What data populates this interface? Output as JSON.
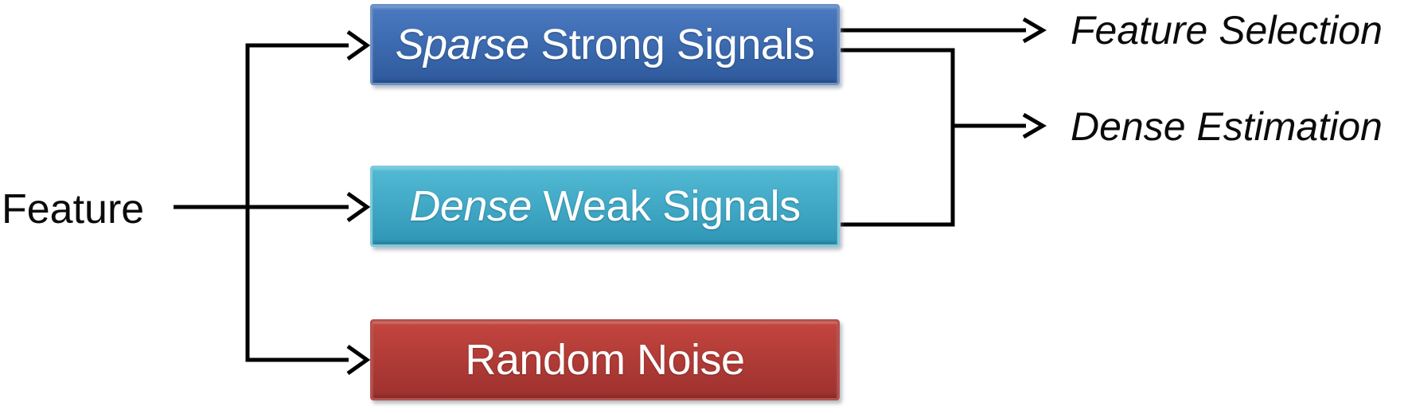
{
  "diagram": {
    "source": {
      "label": "Feature"
    },
    "boxes": [
      {
        "emphasis": "Sparse",
        "rest": " Strong Signals",
        "fill_top": "#4B7AC2",
        "fill_bottom": "#2E5A9C",
        "border": "#6D92C9",
        "text_color": "#FFFFFF"
      },
      {
        "emphasis": "Dense",
        "rest": " Weak Signals",
        "fill_top": "#52BAD4",
        "fill_bottom": "#2F96B6",
        "border": "#7BCBDF",
        "text_color": "#FFFFFF"
      },
      {
        "emphasis": "",
        "rest": "Random Noise",
        "fill_top": "#C4453F",
        "fill_bottom": "#9D312E",
        "border": "#B5524D",
        "text_color": "#FFFFFF"
      }
    ],
    "outputs": [
      {
        "label": "Feature Selection"
      },
      {
        "label": "Dense Estimation"
      }
    ],
    "connector_color": "#000000",
    "background_color": "#FFFFFF"
  }
}
